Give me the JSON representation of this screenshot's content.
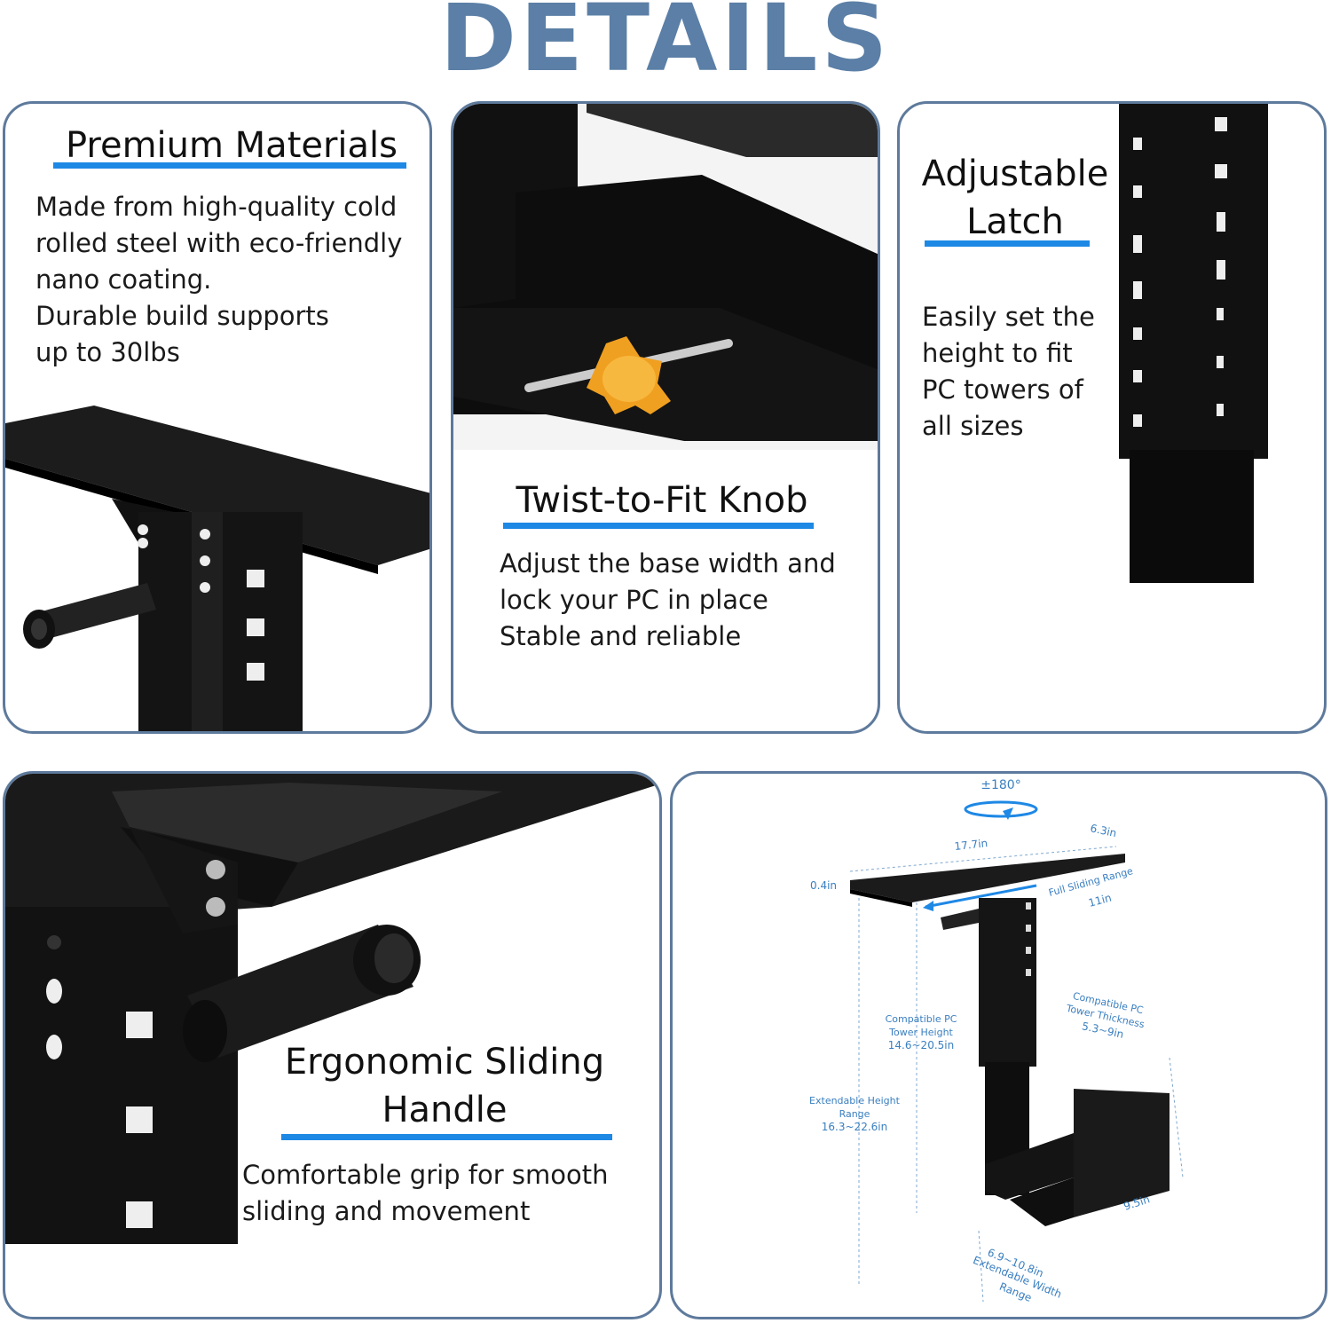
{
  "page_title": "DETAILS",
  "panels": {
    "materials": {
      "heading": "Premium Materials",
      "lines": [
        "Made from high-quality cold",
        "rolled steel with eco-friendly",
        "nano coating.",
        "Durable build supports",
        "up to 30lbs"
      ]
    },
    "knob": {
      "heading": "Twist-to-Fit Knob",
      "lines": [
        "Adjust the base width and",
        "lock your PC in place",
        "Stable and reliable"
      ]
    },
    "latch": {
      "heading_lines": [
        "Adjustable",
        "Latch"
      ],
      "lines": [
        "Easily set the",
        "height to fit",
        "PC towers of",
        "all sizes"
      ]
    },
    "handle": {
      "heading_lines": [
        "Ergonomic Sliding",
        "Handle"
      ],
      "lines": [
        "Comfortable grip for smooth",
        "sliding and movement"
      ]
    },
    "diagram": {
      "rotation": "±180°",
      "length": "17.7in",
      "width": "6.3in",
      "thickness": "0.4in",
      "sliding_title": "Full Sliding Range",
      "sliding_value": "11in",
      "tower_height_lines": [
        "Compatible PC",
        "Tower Height",
        "14.6~20.5in"
      ],
      "tower_thickness_lines": [
        "Compatible PC",
        "Tower Thickness",
        "5.3~9in"
      ],
      "ext_height_lines": [
        "Extendable Height",
        "Range",
        "16.3~22.6in"
      ],
      "depth": "9.5in",
      "ext_width_lines": [
        "6.9~10.8in",
        "Extendable Width",
        "Range"
      ]
    }
  },
  "colors": {
    "title": "#5b7fa6",
    "panel_border": "#5e7a9c",
    "underline": "#1e88e5",
    "knob": "#f0a020",
    "dimension_text": "#3a7fc0"
  }
}
